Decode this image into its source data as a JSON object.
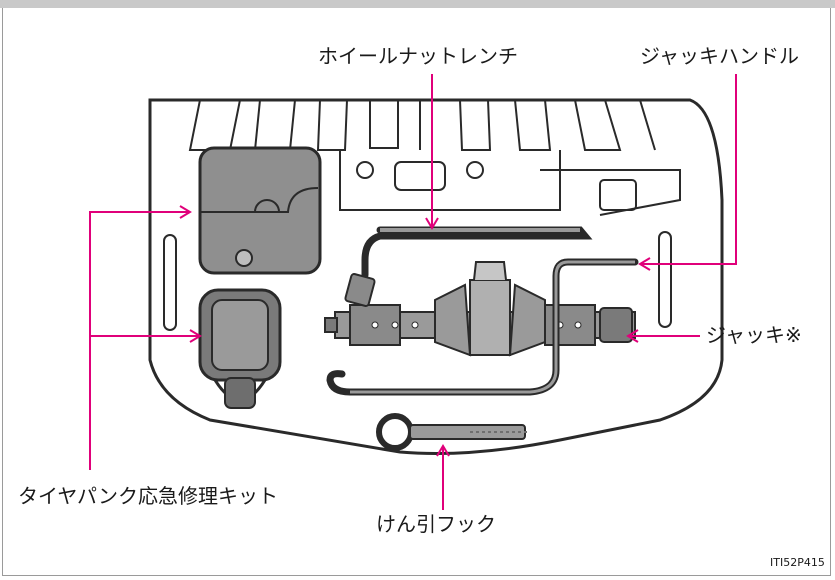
{
  "labels": {
    "wheel_nut_wrench": "ホイールナットレンチ",
    "jack_handle": "ジャッキハンドル",
    "jack": "ジャッキ※",
    "repair_kit": "タイヤパンク応急修理キット",
    "towing_hook": "けん引フック"
  },
  "figure_code": "ITI52P415",
  "colors": {
    "leader": "#e0007a",
    "outline": "#2a2a2a",
    "part_fill": "#9a9a9a",
    "part_dark": "#6e6e6e",
    "bg_fill": "#ffffff"
  }
}
